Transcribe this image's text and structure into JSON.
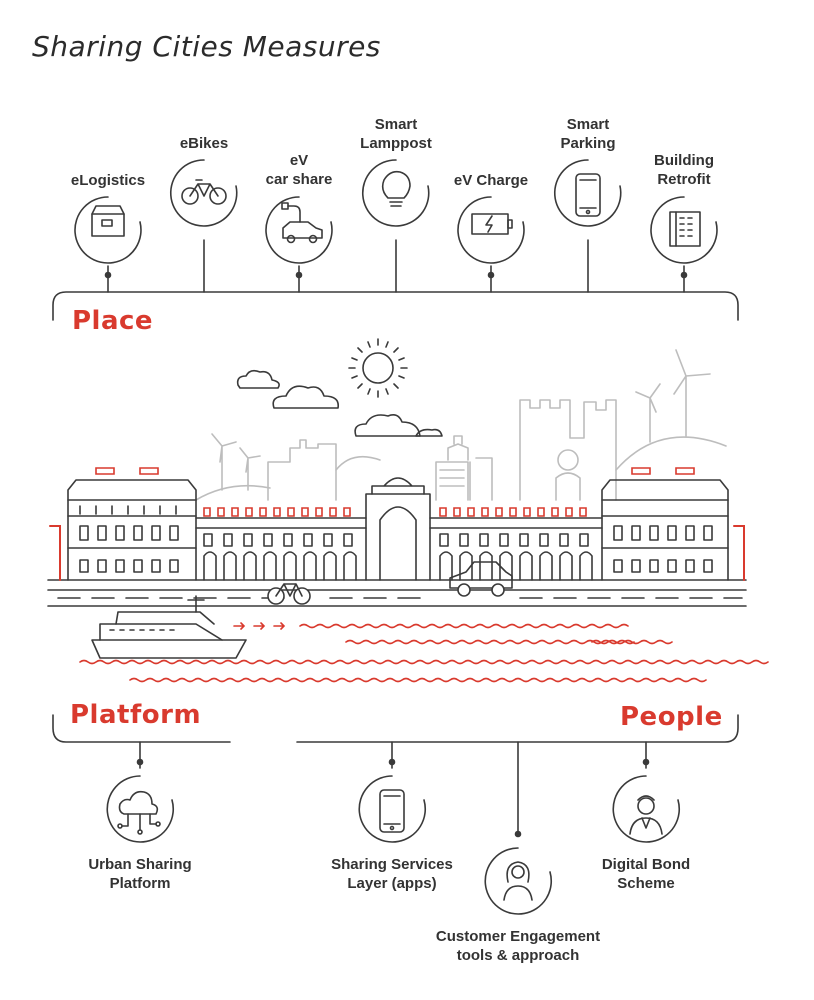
{
  "title": "Sharing Cities Measures",
  "sections": {
    "place": "Place",
    "platform": "Platform",
    "people": "People"
  },
  "measures_top": [
    {
      "line1": "eLogistics",
      "line2": "",
      "icon": "box-icon"
    },
    {
      "line1": "eBikes",
      "line2": "",
      "icon": "bicycle-icon"
    },
    {
      "line1": "eV",
      "line2": "car share",
      "icon": "electric-car-icon"
    },
    {
      "line1": "Smart",
      "line2": "Lamppost",
      "icon": "lightbulb-icon"
    },
    {
      "line1": "eV Charge",
      "line2": "",
      "icon": "battery-icon"
    },
    {
      "line1": "Smart",
      "line2": "Parking",
      "icon": "smartphone-icon"
    },
    {
      "line1": "Building",
      "line2": "Retrofit",
      "icon": "building-icon"
    }
  ],
  "measures_bottom": [
    {
      "line1": "Urban Sharing",
      "line2": "Platform",
      "icon": "cloud-network-icon"
    },
    {
      "line1": "Sharing Services",
      "line2": "Layer (apps)",
      "icon": "smartphone-icon"
    },
    {
      "line1": "Customer Engagement",
      "line2": "tools & approach",
      "icon": "woman-avatar-icon"
    },
    {
      "line1": "Digital Bond",
      "line2": "Scheme",
      "icon": "man-avatar-icon"
    }
  ],
  "colors": {
    "accent": "#d93a2e",
    "line": "#3a3a3a",
    "muted": "#bdbdbd"
  }
}
